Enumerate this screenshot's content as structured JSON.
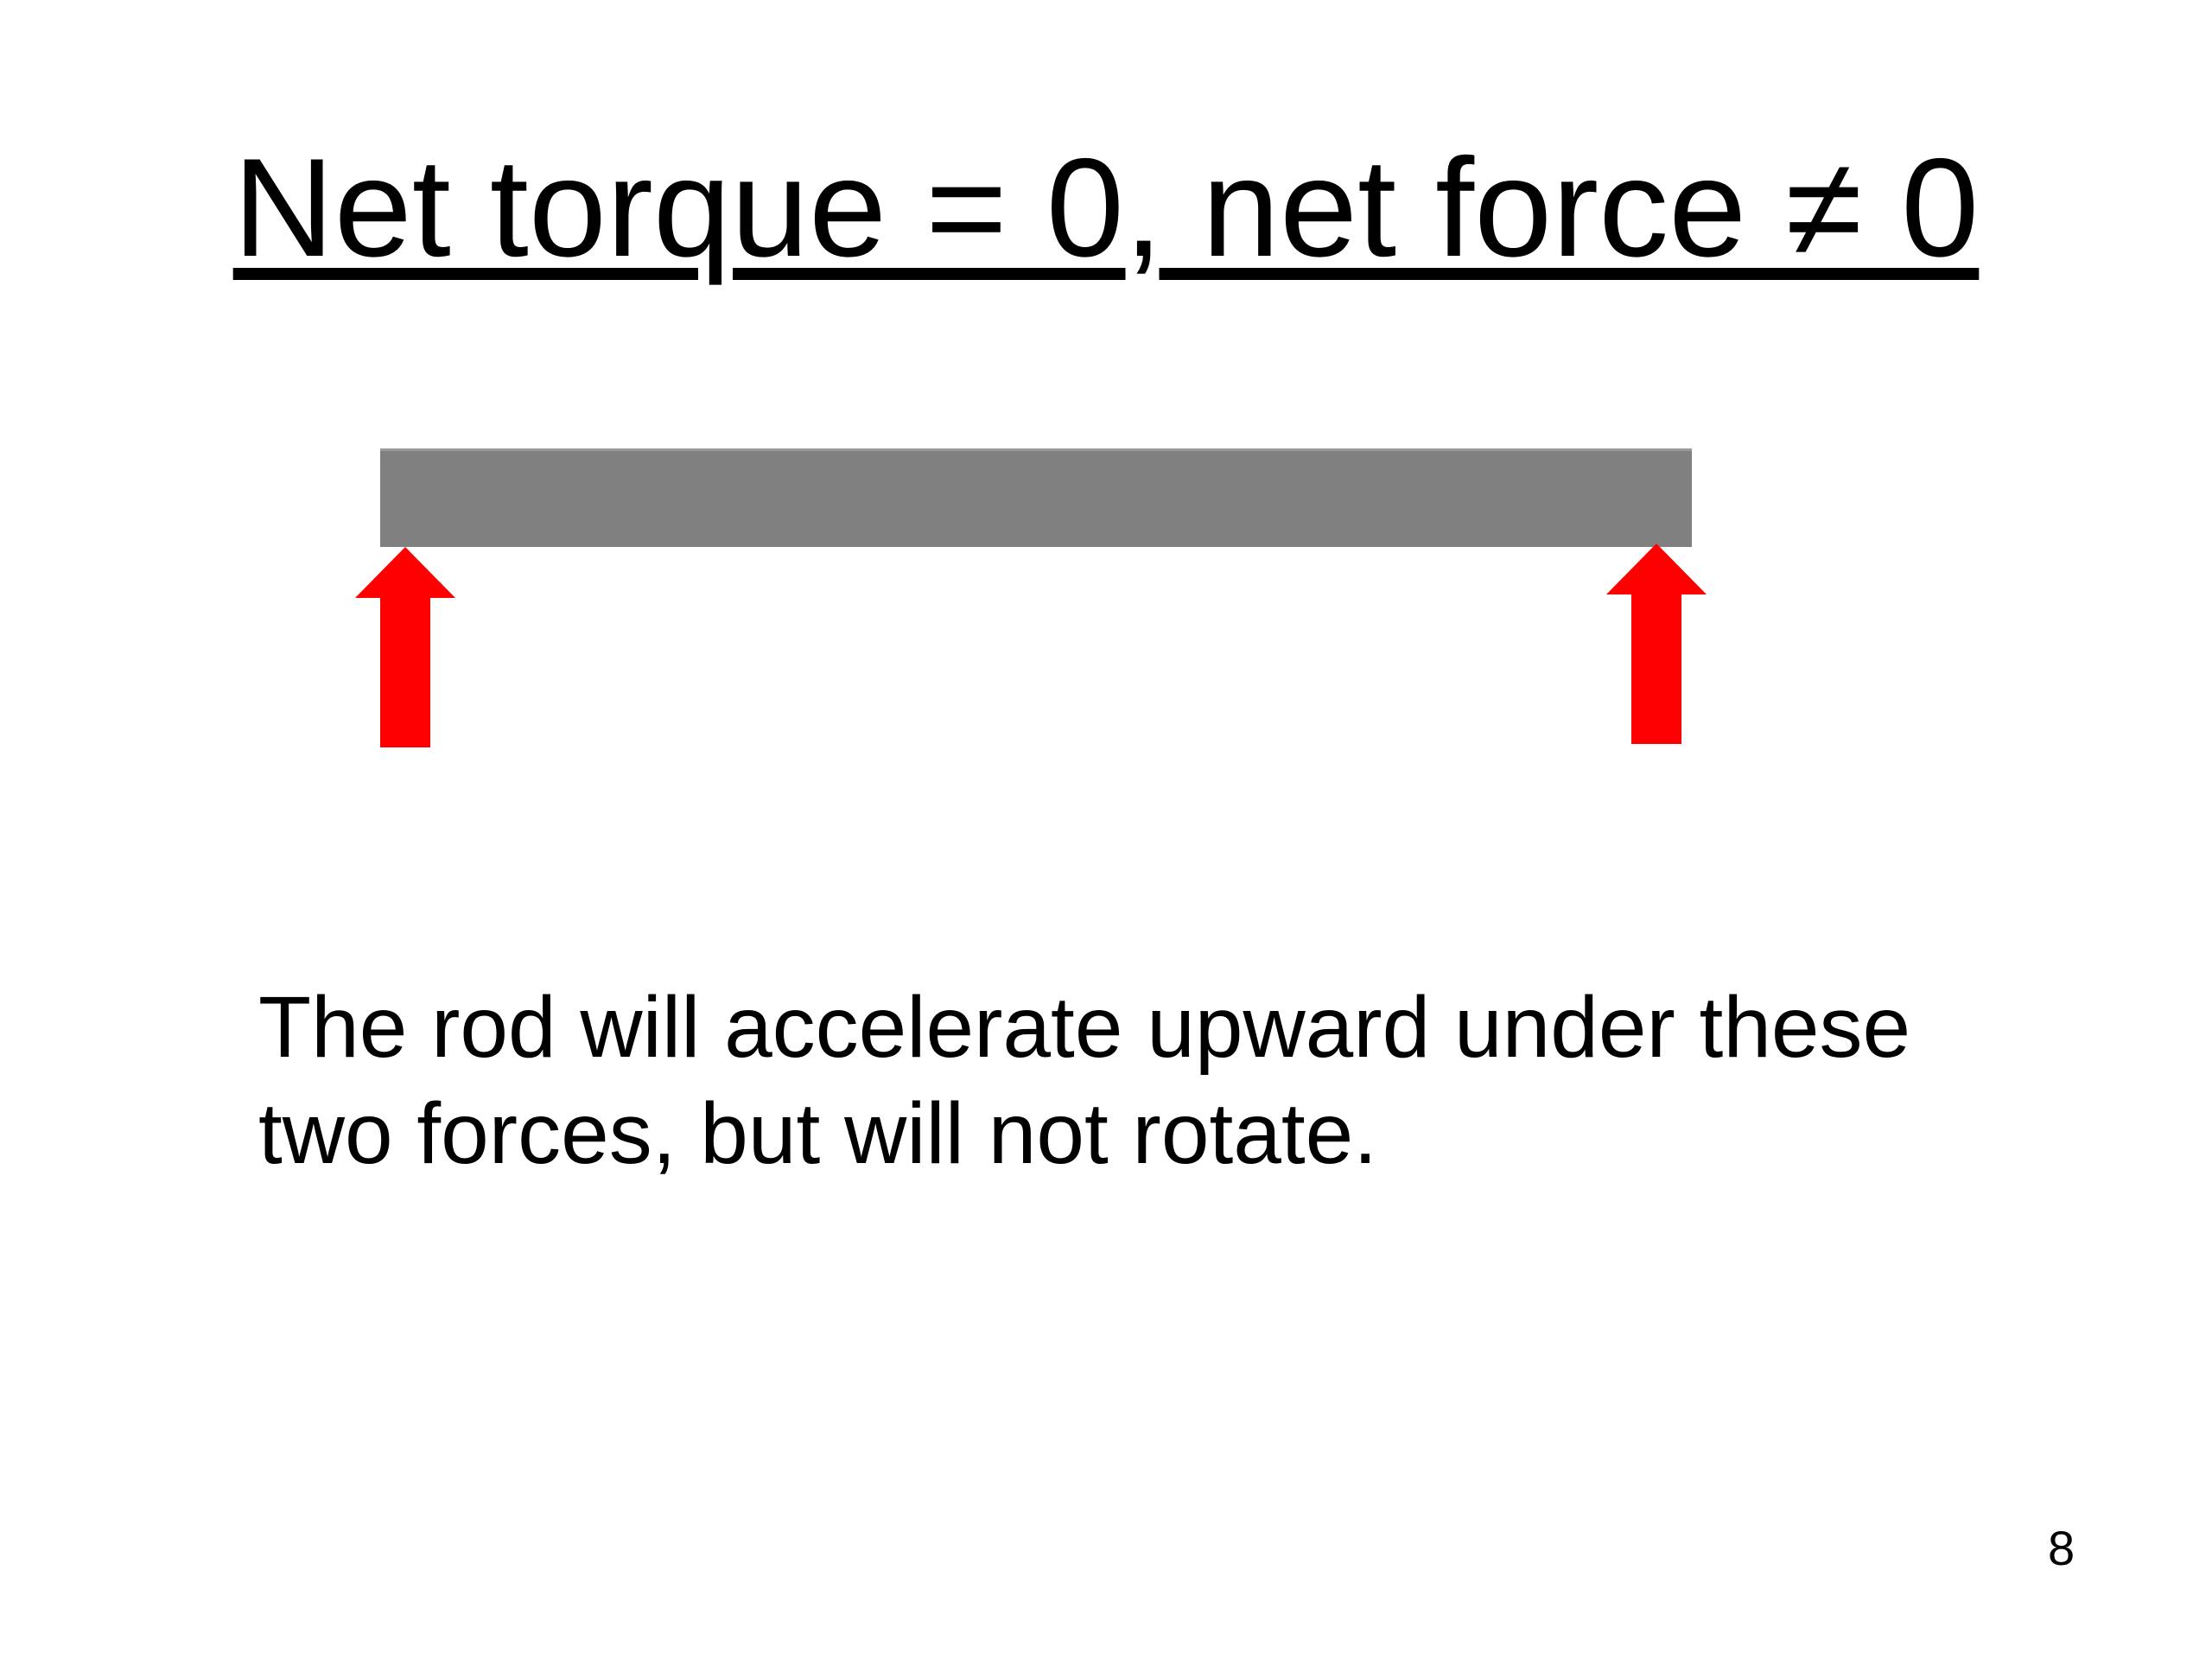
{
  "slide": {
    "title": "Net torque = 0, net force ≠ 0",
    "body": {
      "line1": "The rod will accelerate upward under these",
      "line2": "two forces, but will not rotate."
    },
    "page_number": "8"
  },
  "diagram": {
    "rod": {
      "color": "#808080"
    },
    "force_arrows": {
      "color": "#ff0000",
      "direction": "up",
      "count": 2
    }
  }
}
